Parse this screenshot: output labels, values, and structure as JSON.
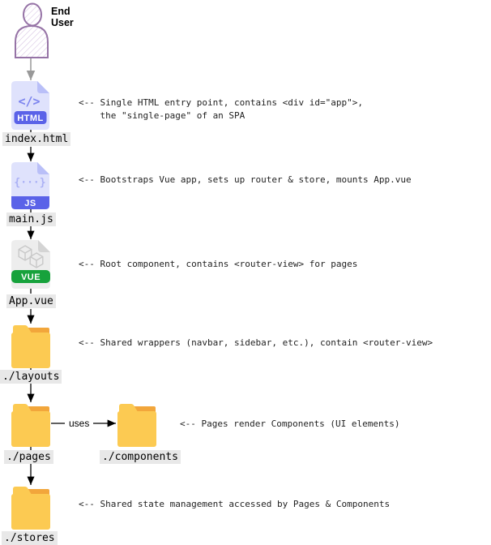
{
  "actor": {
    "label": "End\nUser"
  },
  "files": {
    "index_html": {
      "badge": "HTML",
      "glyph": "</>",
      "label": "index.html"
    },
    "main_js": {
      "badge": "JS",
      "glyph": "{···}",
      "label": "main.js"
    },
    "app_vue": {
      "badge": "VUE",
      "label": "App.vue"
    }
  },
  "folders": {
    "layouts": {
      "label": "./layouts"
    },
    "pages": {
      "label": "./pages"
    },
    "components": {
      "label": "./components"
    },
    "stores": {
      "label": "./stores"
    }
  },
  "annotations": {
    "index_html": "<-- Single HTML entry point, contains <div id=\"app\">,\n    the \"single-page\" of an SPA",
    "main_js": "<-- Bootstraps Vue app, sets up router & store, mounts App.vue",
    "app_vue": "<-- Root component, contains <router-view> for pages",
    "layouts": "<-- Shared wrappers (navbar, sidebar, etc.), contain <router-view>",
    "pages": "<-- Pages render Components (UI elements)",
    "stores": "<-- Shared state management accessed by Pages & Components"
  },
  "edges": {
    "pages_components": "uses"
  },
  "colors": {
    "file_fill": "#dfe2fc",
    "file_fold": "#b9bff8",
    "code_glyph": "#7b83ee",
    "js_badge_bg": "#5a62e8",
    "html_badge_bg": "#5a62e8",
    "vue_badge_bg": "#17a23c",
    "vue_file_fill": "#ededed",
    "folder_fill": "#fcca52",
    "folder_accent": "#f2a63b",
    "actor_stroke": "#9673a6",
    "label_bg": "#e8e8e8"
  }
}
